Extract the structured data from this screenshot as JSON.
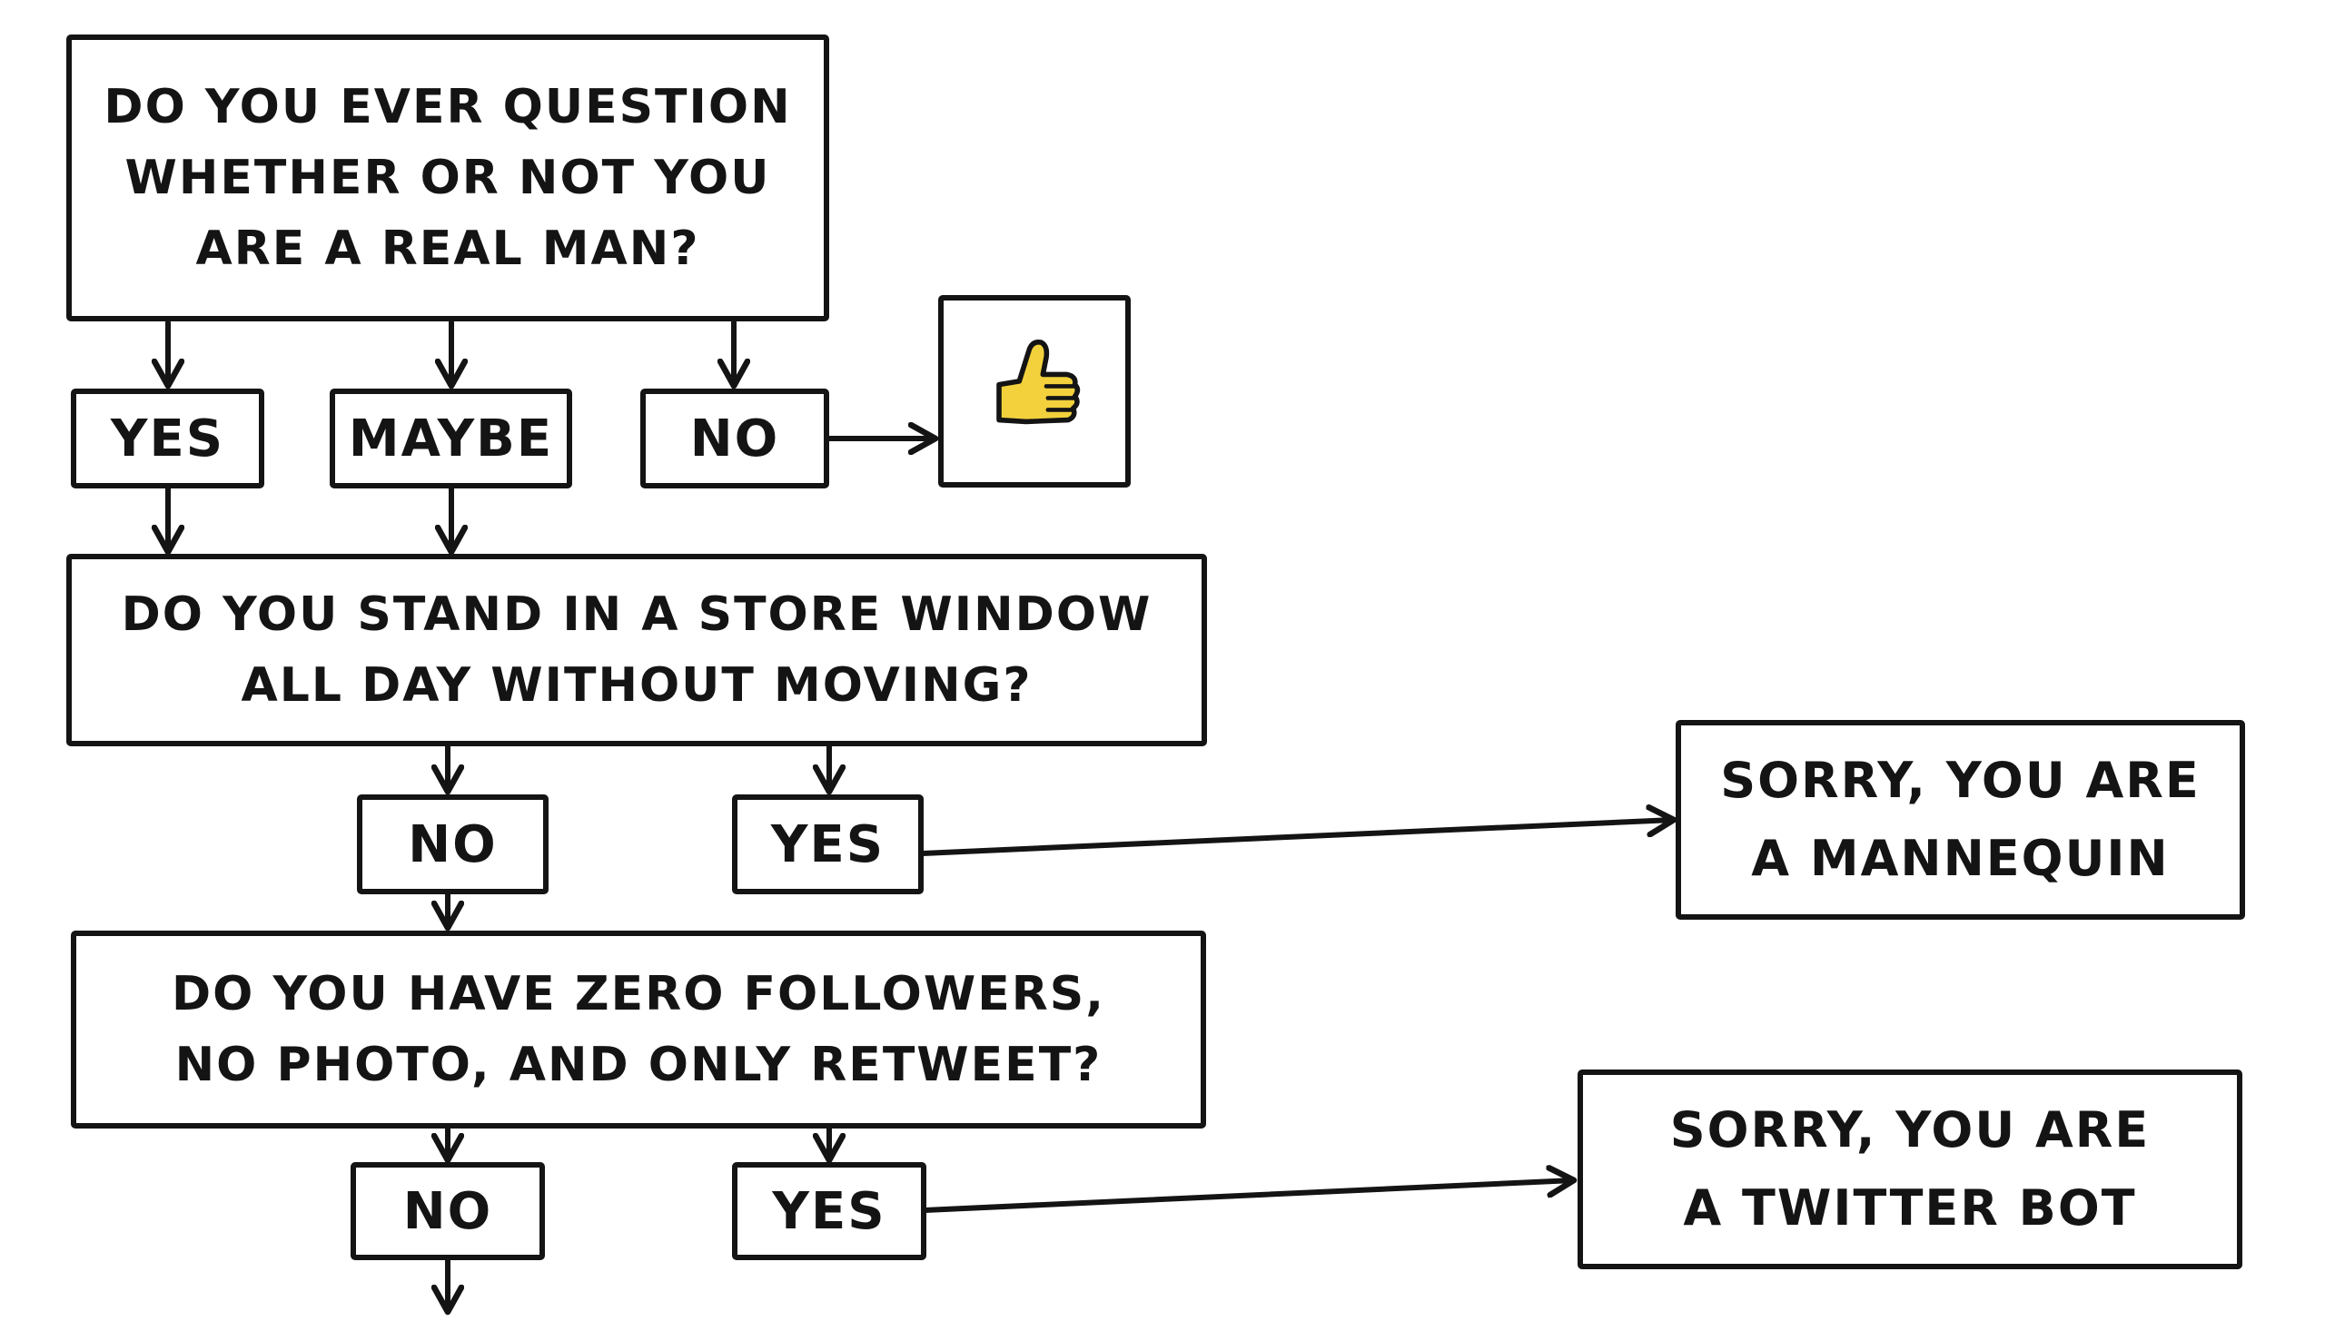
{
  "flowchart": {
    "q1": {
      "lines": [
        "DO YOU EVER QUESTION",
        "WHETHER OR NOT YOU",
        "ARE A REAL MAN?"
      ]
    },
    "q1_options": {
      "yes": "YES",
      "maybe": "MAYBE",
      "no": "NO"
    },
    "thumbs_up": {
      "icon": "thumbs-up-icon",
      "color": "#F2D13C"
    },
    "q2": {
      "lines": [
        "DO YOU STAND IN A STORE WINDOW",
        "ALL DAY WITHOUT MOVING?"
      ]
    },
    "q2_options": {
      "no": "NO",
      "yes": "YES"
    },
    "result_mannequin": {
      "lines": [
        "SORRY, YOU ARE",
        "A MANNEQUIN"
      ]
    },
    "q3": {
      "lines": [
        "DO YOU HAVE ZERO FOLLOWERS,",
        "NO PHOTO, AND ONLY RETWEET?"
      ]
    },
    "q3_options": {
      "no": "NO",
      "yes": "YES"
    },
    "result_bot": {
      "lines": [
        "SORRY, YOU ARE",
        "A TWITTER BOT"
      ]
    }
  },
  "colors": {
    "ink": "#141414",
    "background": "#FFFFFF",
    "thumb": "#F2D13C"
  }
}
